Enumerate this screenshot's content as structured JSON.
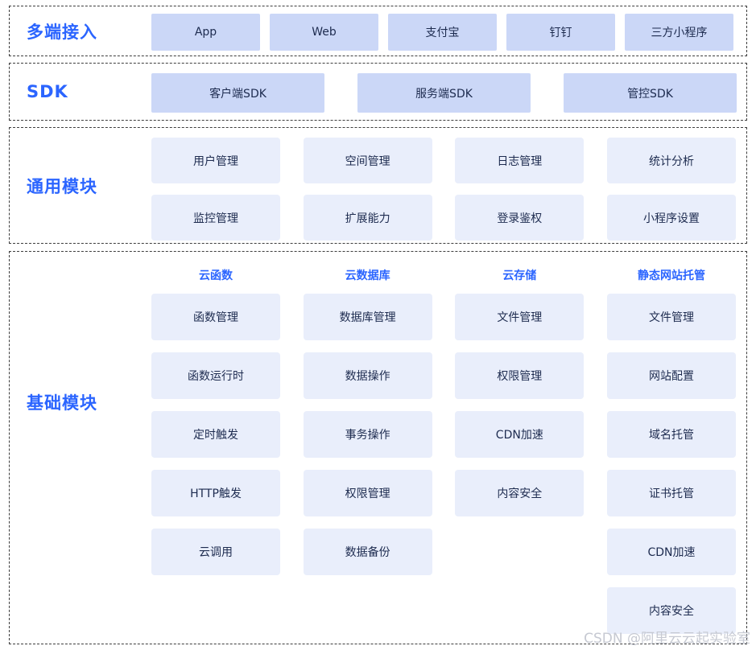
{
  "accent_color": "#2b65ff",
  "chip_dark_color": "#cbd7f7",
  "chip_light_color": "#e9eefb",
  "chip_text_color": "#1d2b4f",
  "watermark": "CSDN @阿里云云起实验室",
  "sections": {
    "access": {
      "label": "多端接入",
      "items": [
        "App",
        "Web",
        "支付宝",
        "钉钉",
        "三方小程序"
      ]
    },
    "sdk": {
      "label": "SDK",
      "items": [
        "客户端SDK",
        "服务端SDK",
        "管控SDK"
      ]
    },
    "common": {
      "label": "通用模块",
      "items": [
        "用户管理",
        "空间管理",
        "日志管理",
        "统计分析",
        "监控管理",
        "扩展能力",
        "登录鉴权",
        "小程序设置"
      ]
    },
    "base": {
      "label": "基础模块",
      "columns": [
        {
          "header": "云函数",
          "items": [
            "函数管理",
            "函数运行时",
            "定时触发",
            "HTTP触发",
            "云调用"
          ]
        },
        {
          "header": "云数据库",
          "items": [
            "数据库管理",
            "数据操作",
            "事务操作",
            "权限管理",
            "数据备份"
          ]
        },
        {
          "header": "云存储",
          "items": [
            "文件管理",
            "权限管理",
            "CDN加速",
            "内容安全"
          ]
        },
        {
          "header": "静态网站托管",
          "items": [
            "文件管理",
            "网站配置",
            "域名托管",
            "证书托管",
            "CDN加速",
            "内容安全"
          ]
        }
      ]
    }
  }
}
